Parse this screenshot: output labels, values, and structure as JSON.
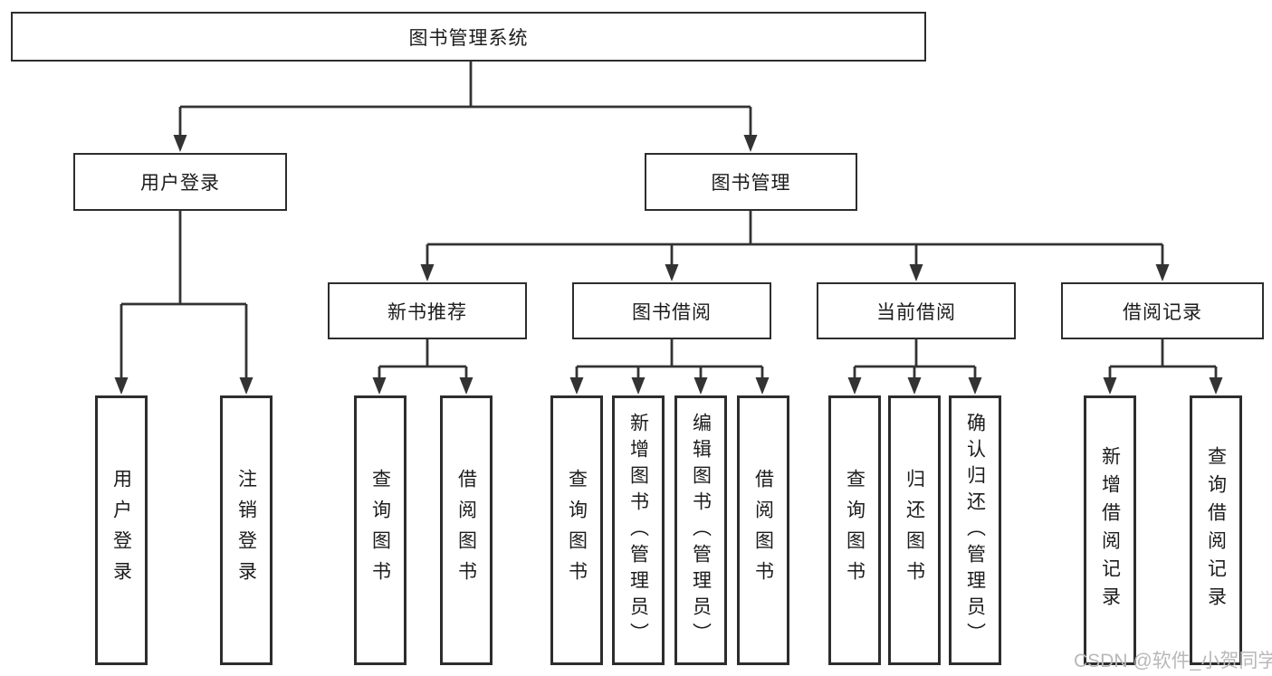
{
  "diagram": {
    "title": "图书管理系统",
    "level2": {
      "user_login": "用户登录",
      "book_mgmt": "图书管理"
    },
    "level3": {
      "new_books": "新书推荐",
      "book_borrow": "图书借阅",
      "current_borrow": "当前借阅",
      "borrow_records": "借阅记录"
    },
    "leaves": {
      "login": "用户登录",
      "logout": "注销登录",
      "nb_query": "查询图书",
      "nb_borrow": "借阅图书",
      "bb_query": "查询图书",
      "bb_add": "新增图书（管理员）",
      "bb_edit": "编辑图书（管理员）",
      "bb_borrow": "借阅图书",
      "cb_query": "查询图书",
      "cb_return": "归还图书",
      "cb_confirm": "确认归还（管理员）",
      "br_add": "新增借阅记录",
      "br_query": "查询借阅记录"
    }
  },
  "watermark": {
    "text": "CSDN @软件_小贺同学",
    "color": "#b8b8b8"
  },
  "colors": {
    "line": "#333333",
    "box_border": "#2d2d2d",
    "text": "#1c1c1c",
    "background": "#ffffff"
  }
}
